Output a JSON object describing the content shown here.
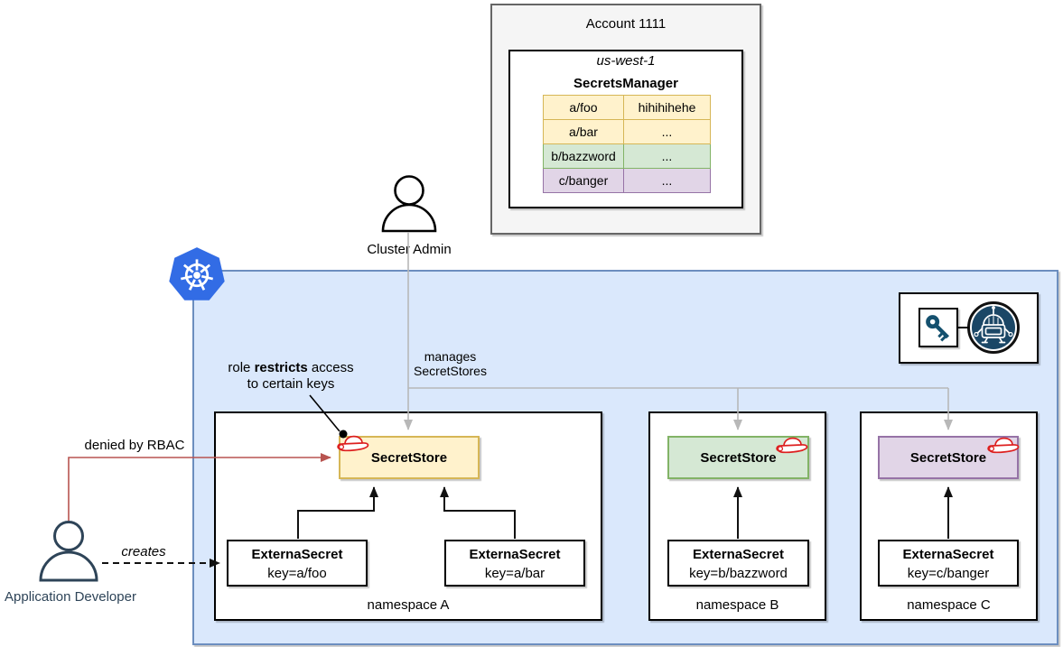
{
  "aws": {
    "account_title": "Account 1111",
    "region": "us-west-1",
    "service": "SecretsManager",
    "secrets": [
      {
        "name": "a/foo",
        "value": "hihihihehe",
        "color": "yellow"
      },
      {
        "name": "a/bar",
        "value": "...",
        "color": "yellow"
      },
      {
        "name": "b/bazzword",
        "value": "...",
        "color": "green"
      },
      {
        "name": "c/banger",
        "value": "...",
        "color": "purple"
      }
    ]
  },
  "actors": {
    "cluster_admin": "Cluster Admin",
    "application_developer": "Application Developer"
  },
  "edges": {
    "manages_line1": "manages",
    "manages_line2": "SecretStores",
    "denied_label": "denied by RBAC",
    "creates_label": "creates",
    "role_note_part1": "role ",
    "role_note_bold": "restricts",
    "role_note_part2": " access",
    "role_note_line2": "to certain keys"
  },
  "cluster": {
    "namespaces": [
      {
        "name": "namespace A",
        "store": "SecretStore",
        "external_secrets": [
          {
            "kind": "ExternaSecret",
            "key": "key=a/foo"
          },
          {
            "kind": "ExternaSecret",
            "key": "key=a/bar"
          }
        ]
      },
      {
        "name": "namespace B",
        "store": "SecretStore",
        "external_secrets": [
          {
            "kind": "ExternaSecret",
            "key": "key=b/bazzword"
          }
        ]
      },
      {
        "name": "namespace C",
        "store": "SecretStore",
        "external_secrets": [
          {
            "kind": "ExternaSecret",
            "key": "key=c/banger"
          }
        ]
      }
    ]
  },
  "icons": {
    "kubernetes": "kubernetes-logo",
    "key": "key-icon",
    "robot": "external-secrets-robot-icon",
    "red_hat": "red-hat-icon",
    "person": "person-icon"
  },
  "colors": {
    "cluster_fill": "#dae8fc",
    "cluster_border": "#6c8ebf",
    "yellow_fill": "#fff2cc",
    "yellow_border": "#d6b656",
    "green_fill": "#d5e8d4",
    "green_border": "#82b366",
    "purple_fill": "#e1d5e7",
    "purple_border": "#9673a6",
    "account_fill": "#f5f5f5",
    "account_border": "#666666",
    "denied_arrow": "#b85450",
    "gray_arrow": "#b8b8b8",
    "k8s_blue": "#326ce5",
    "navy": "#1b4766"
  }
}
